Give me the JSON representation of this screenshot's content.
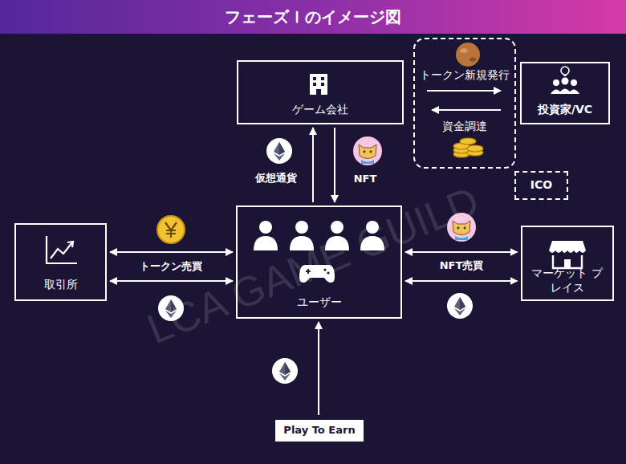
{
  "diagram": {
    "title": "フェーズＩのイメージ図",
    "nodes": [
      {
        "text": [
          "ゲーム会社"
        ]
      },
      {
        "text": [
          "トークン新規発行",
          "資金調達"
        ]
      },
      {
        "text": [
          "投資家/VC"
        ]
      },
      {
        "text": [
          "ICO"
        ]
      },
      {
        "text": [
          "取引所"
        ]
      },
      {
        "text": [
          "ユーザー"
        ]
      },
      {
        "text": [
          "マーケット プレイス"
        ]
      },
      {
        "text": [
          "Play To Earn"
        ]
      }
    ],
    "edges": [
      {
        "from": 5,
        "to": 0,
        "arrow": "to",
        "label": "仮想通貨"
      },
      {
        "from": 0,
        "to": 5,
        "arrow": "to",
        "label": "NFT"
      },
      {
        "from": 4,
        "to": 5,
        "arrow": "both",
        "label": "トークン売買"
      },
      {
        "from": 4,
        "to": 5,
        "arrow": "both"
      },
      {
        "from": 5,
        "to": 6,
        "arrow": "both",
        "label": "NFT売買"
      },
      {
        "from": 5,
        "to": 6,
        "arrow": "both"
      },
      {
        "from": 7,
        "to": 5,
        "arrow": "to"
      }
    ],
    "labels": [
      "LCA GAME GUILD"
    ]
  }
}
